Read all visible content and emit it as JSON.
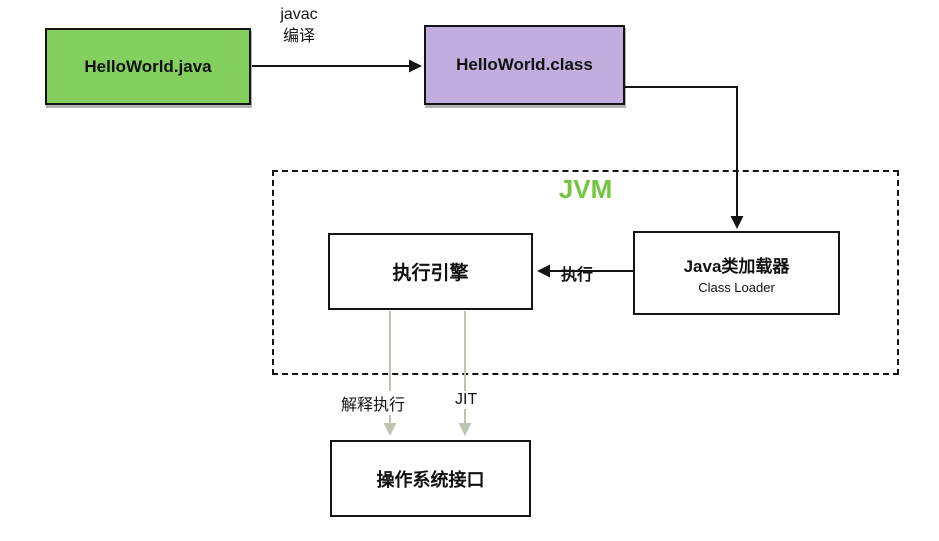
{
  "nodes": {
    "java_file": {
      "label": "HelloWorld.java"
    },
    "class_file": {
      "label": "HelloWorld.class"
    },
    "jvm": {
      "label": "JVM"
    },
    "execution_engine": {
      "label": "执行引擎"
    },
    "class_loader": {
      "label": "Java类加载器",
      "sublabel": "Class Loader"
    },
    "os_interface": {
      "label": "操作系统接口"
    }
  },
  "edges": {
    "compile": {
      "label": "javac\n编译"
    },
    "execute": {
      "label": "执行"
    },
    "interpret": {
      "label": "解释执行"
    },
    "jit": {
      "label": "JIT"
    }
  },
  "colors": {
    "java-file-fill": "#84d05e",
    "class-file-fill": "#c2aede",
    "jvm-label": "#74c63c",
    "ink": "#141414",
    "soft-arrow": "#bcc4b4"
  }
}
